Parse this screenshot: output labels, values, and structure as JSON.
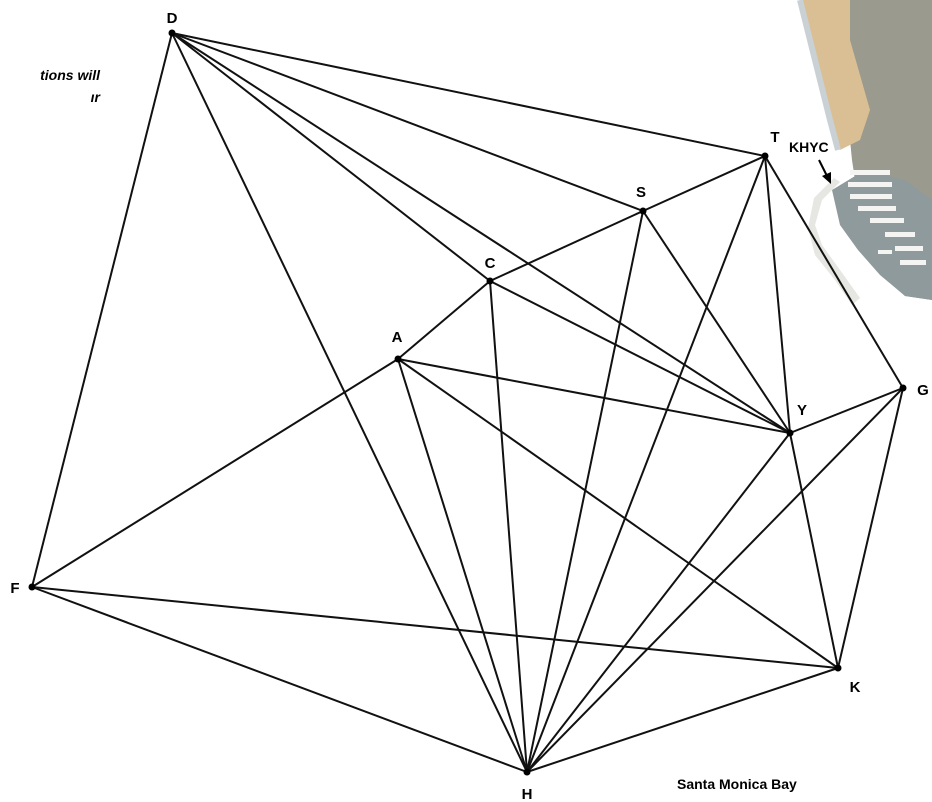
{
  "note": {
    "line1": "tions will",
    "line2": "ır"
  },
  "water_label": "Santa Monica Bay",
  "club_label": "KHYC",
  "colors": {
    "line": "#111111",
    "beach_sand": "#d9bf93",
    "urban": "#9a9a8f",
    "jetty": "#e6e6e2",
    "boats": "#f4f5f2"
  },
  "marks": [
    {
      "id": "D",
      "label": "D"
    },
    {
      "id": "T",
      "label": "T"
    },
    {
      "id": "S",
      "label": "S"
    },
    {
      "id": "C",
      "label": "C"
    },
    {
      "id": "A",
      "label": "A"
    },
    {
      "id": "G",
      "label": "G"
    },
    {
      "id": "Y",
      "label": "Y"
    },
    {
      "id": "F",
      "label": "F"
    },
    {
      "id": "K",
      "label": "K"
    },
    {
      "id": "H",
      "label": "H"
    }
  ],
  "courses": [
    [
      "D",
      "T"
    ],
    [
      "D",
      "S"
    ],
    [
      "D",
      "C"
    ],
    [
      "D",
      "Y"
    ],
    [
      "D",
      "H"
    ],
    [
      "D",
      "F"
    ],
    [
      "T",
      "S"
    ],
    [
      "T",
      "G"
    ],
    [
      "T",
      "Y"
    ],
    [
      "T",
      "H"
    ],
    [
      "S",
      "C"
    ],
    [
      "S",
      "Y"
    ],
    [
      "S",
      "H"
    ],
    [
      "C",
      "A"
    ],
    [
      "C",
      "Y"
    ],
    [
      "C",
      "H"
    ],
    [
      "A",
      "F"
    ],
    [
      "A",
      "Y"
    ],
    [
      "A",
      "H"
    ],
    [
      "A",
      "K"
    ],
    [
      "F",
      "H"
    ],
    [
      "F",
      "K"
    ],
    [
      "Y",
      "G"
    ],
    [
      "Y",
      "K"
    ],
    [
      "Y",
      "H"
    ],
    [
      "G",
      "K"
    ],
    [
      "G",
      "H"
    ],
    [
      "K",
      "H"
    ]
  ]
}
